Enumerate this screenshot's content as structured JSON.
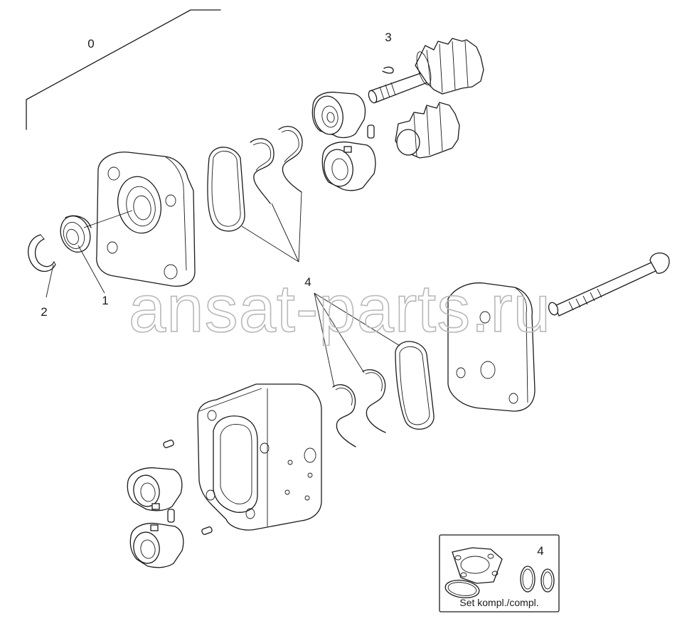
{
  "diagram": {
    "callouts": [
      {
        "id": "0",
        "text": "0"
      },
      {
        "id": "1",
        "text": "1"
      },
      {
        "id": "2",
        "text": "2"
      },
      {
        "id": "3",
        "text": "3"
      },
      {
        "id": "4",
        "text": "4"
      },
      {
        "id": "4b",
        "text": "4"
      }
    ],
    "watermark": "ansat-parts.ru",
    "set_box": {
      "label": "Set kompl./compl.",
      "callout": "4"
    }
  }
}
